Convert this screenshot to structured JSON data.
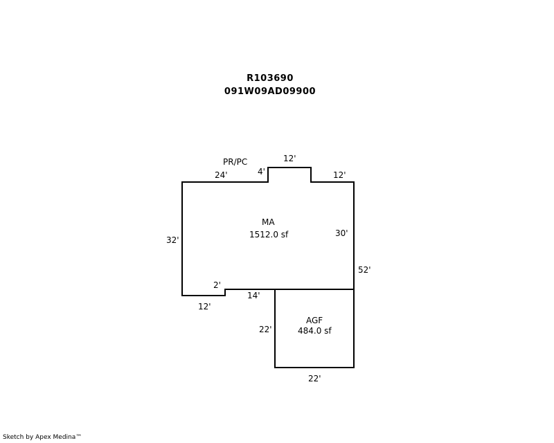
{
  "header": {
    "record_id": "R103690",
    "parcel_id": "091W09AD09900"
  },
  "main_area": {
    "label": "MA",
    "area": "1512.0 sf",
    "annotation": "PR/PC",
    "dims": {
      "top_left": "24'",
      "notch_side": "4'",
      "notch_top": "12'",
      "top_right": "12'",
      "left": "32'",
      "right_upper": "30'",
      "right_total": "52'",
      "step": "2'",
      "bottom_left": "12'",
      "bottom_mid": "14'"
    }
  },
  "garage": {
    "label": "AGF",
    "area": "484.0 sf",
    "dims": {
      "left": "22'",
      "bottom": "22'"
    }
  },
  "footer": {
    "credit": "Sketch by Apex Medina™"
  },
  "colors": {
    "line": "#000000",
    "background": "#ffffff"
  }
}
